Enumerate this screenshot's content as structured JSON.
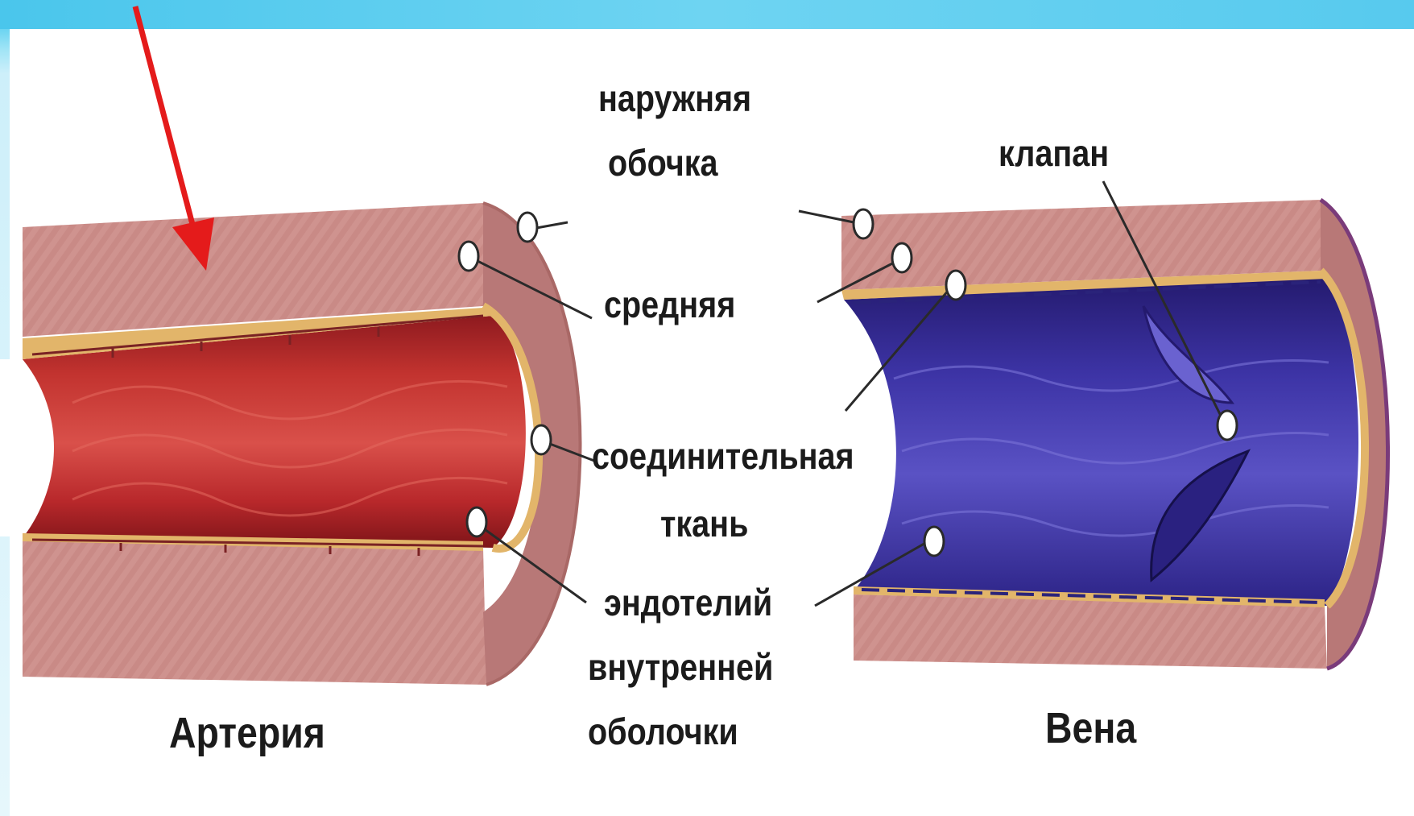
{
  "labels": {
    "outer_line1": "наружняя",
    "outer_line2": "обочка",
    "valve": "клапан",
    "middle": "средняя",
    "connective_line1": "соединительная",
    "connective_line2": "ткань",
    "endo_line1": "эндотелий",
    "endo_line2": "внутренней",
    "endo_line3": "оболочки"
  },
  "captions": {
    "artery": "Артерия",
    "vein": "Вена"
  },
  "colors": {
    "slide_background": "#5cccf0",
    "panel": "#ffffff",
    "vessel_wall": "#c98a86",
    "artery_lumen": "#b8262a",
    "vein_lumen": "#3a2f9a",
    "connective_layer": "#e2b56a",
    "pointer_arrow": "#e41b1b",
    "text": "#1b1b1b"
  }
}
